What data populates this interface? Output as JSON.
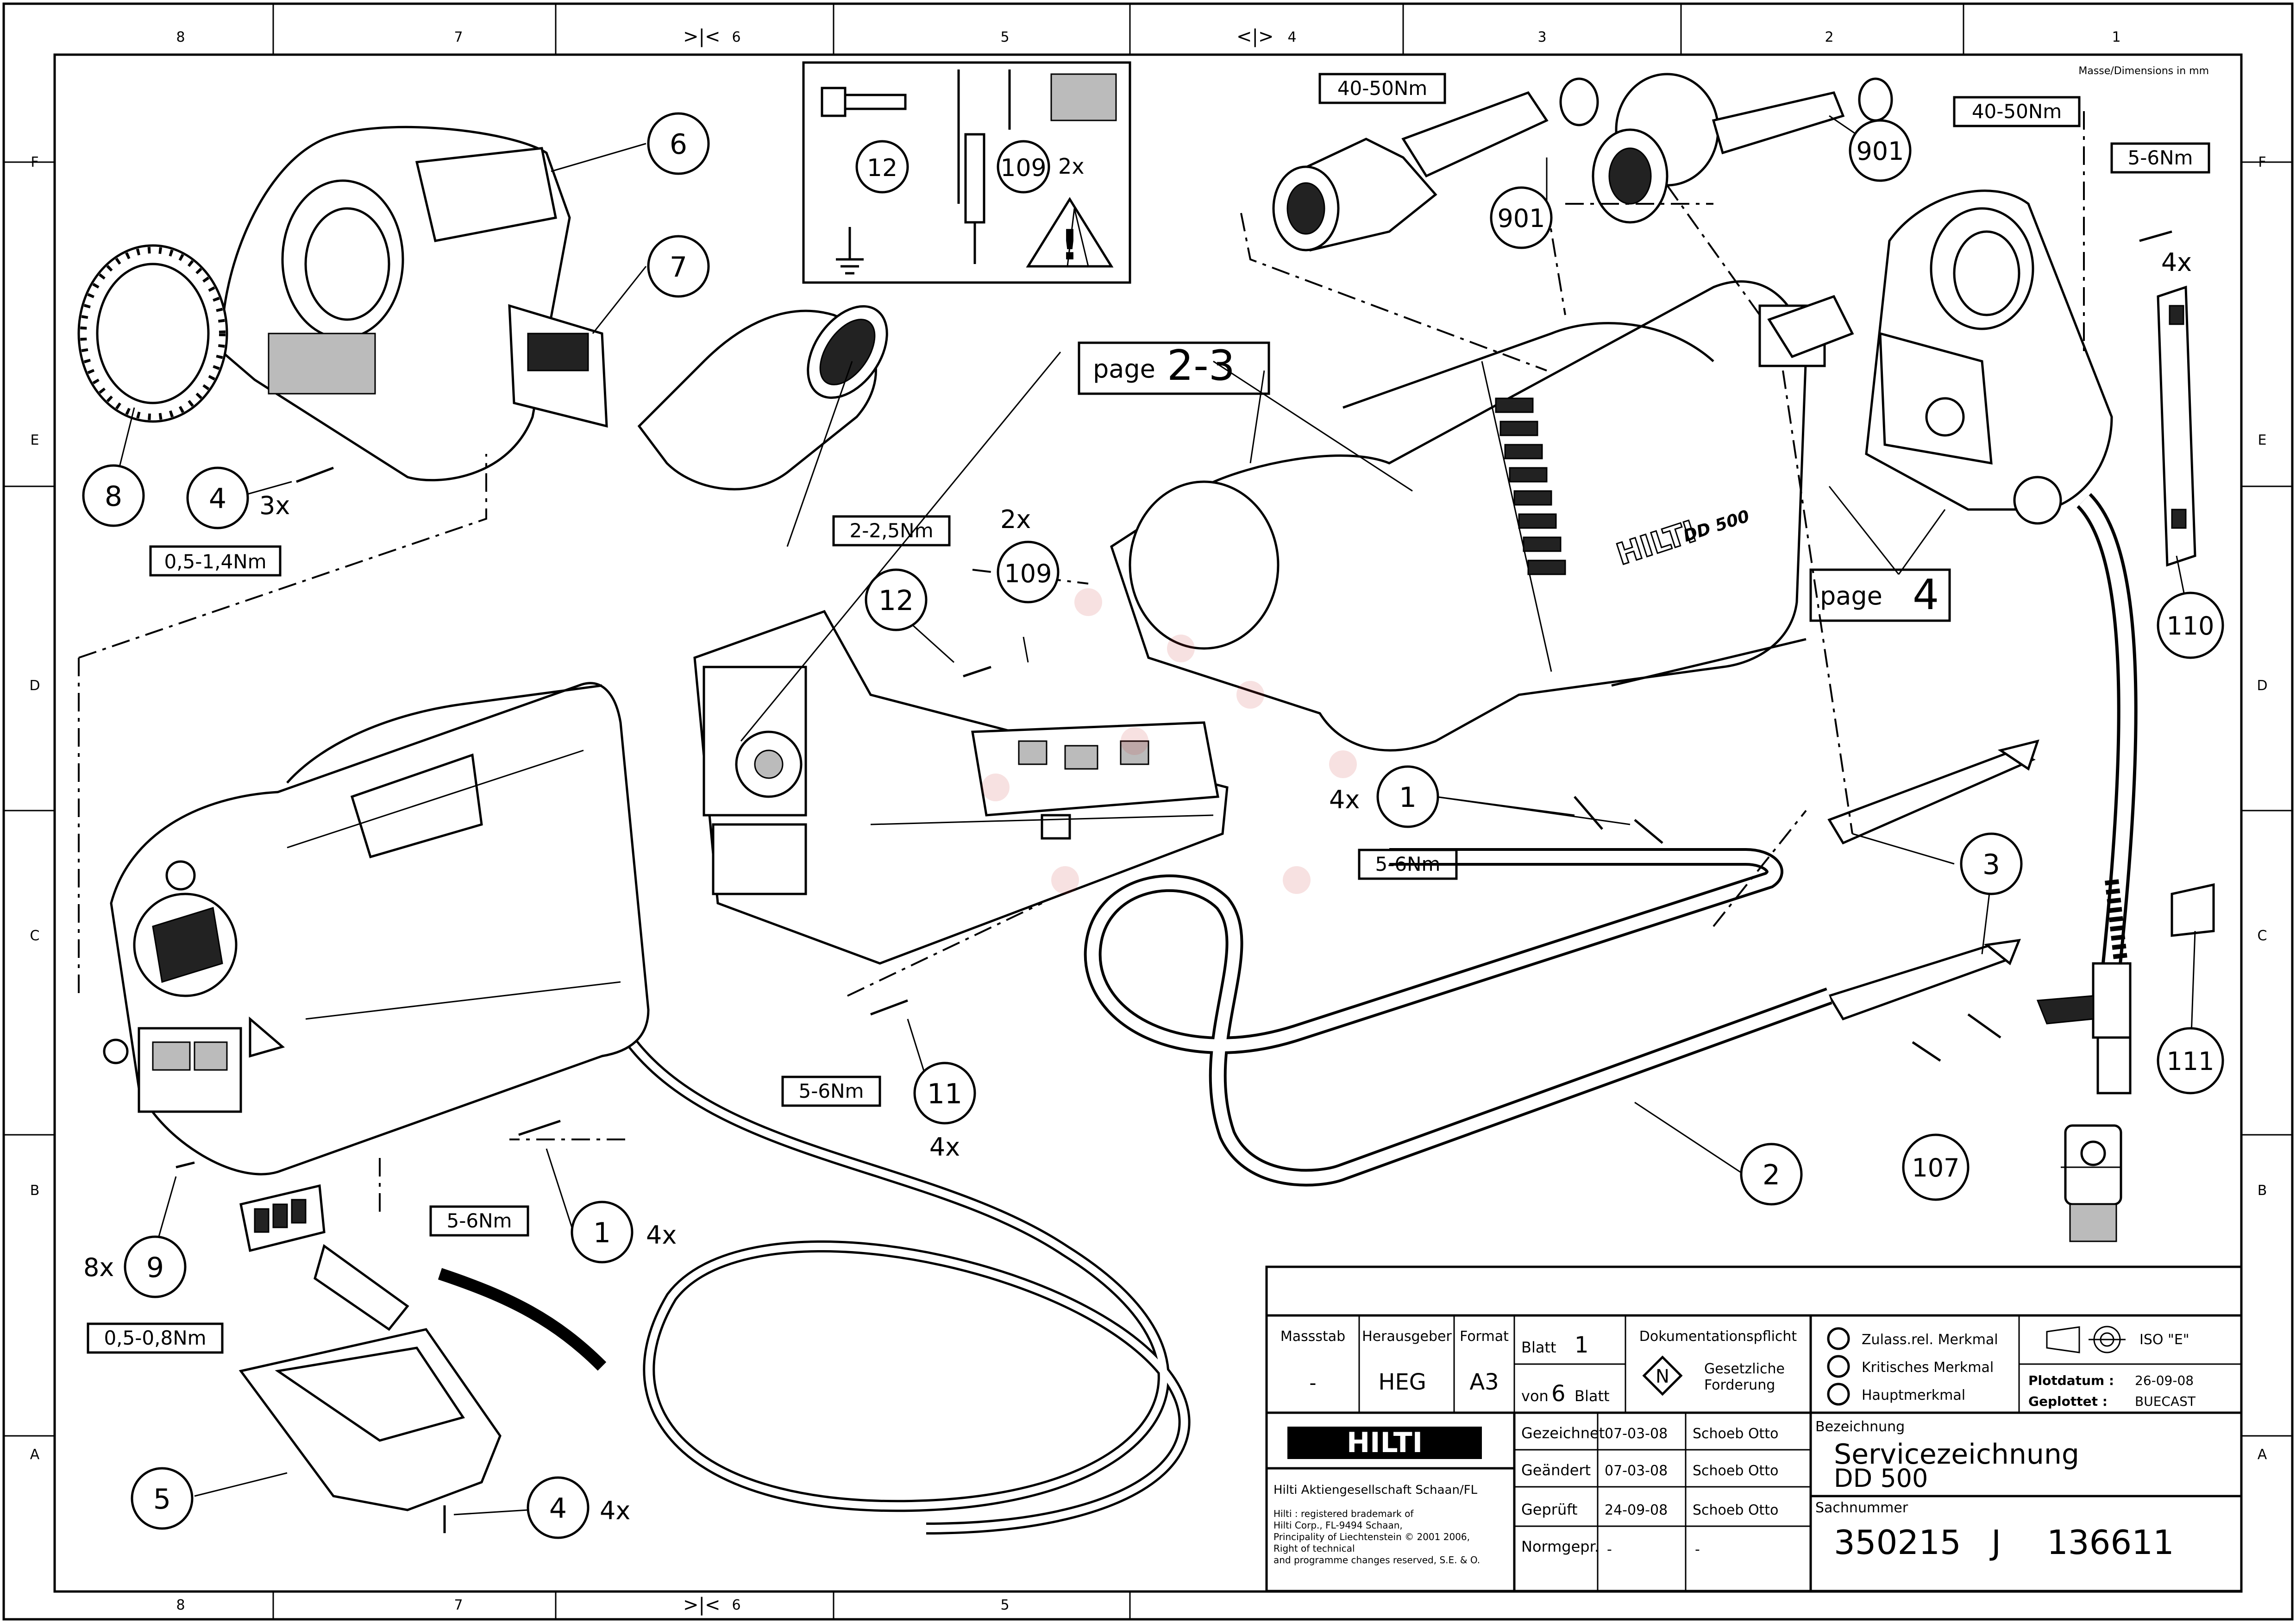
{
  "frame": {
    "columns": [
      "8",
      "7",
      "6",
      "5",
      "4",
      "3",
      "2",
      "1"
    ],
    "rows": [
      "F",
      "E",
      "D",
      "C",
      "B",
      "A"
    ],
    "dimensions_note": "Masse/Dimensions in mm"
  },
  "callouts": [
    {
      "id": "c6",
      "num": "6"
    },
    {
      "id": "c7",
      "num": "7"
    },
    {
      "id": "c8",
      "num": "8"
    },
    {
      "id": "c4a",
      "num": "4",
      "qty": "3x"
    },
    {
      "id": "c12",
      "num": "12"
    },
    {
      "id": "c109a",
      "num": "109",
      "qty": "2x"
    },
    {
      "id": "c901a",
      "num": "901"
    },
    {
      "id": "c901b",
      "num": "901"
    },
    {
      "id": "c12b",
      "num": "12"
    },
    {
      "id": "c109b",
      "num": "109",
      "qty": "2x"
    },
    {
      "id": "c1a",
      "num": "1",
      "qty": "4x"
    },
    {
      "id": "c3",
      "num": "3"
    },
    {
      "id": "c110",
      "num": "110"
    },
    {
      "id": "c111",
      "num": "111"
    },
    {
      "id": "c107",
      "num": "107"
    },
    {
      "id": "c2",
      "num": "2"
    },
    {
      "id": "c11",
      "num": "11",
      "qty": "4x"
    },
    {
      "id": "c1b",
      "num": "1",
      "qty": "4x"
    },
    {
      "id": "c9",
      "num": "9",
      "qty": "8x"
    },
    {
      "id": "c5",
      "num": "5"
    },
    {
      "id": "c4b",
      "num": "4",
      "qty": "4x"
    }
  ],
  "torque_labels": {
    "t1": "0,5-1,4Nm",
    "t2": "40-50Nm",
    "t3": "40-50Nm",
    "t4": "5-6Nm",
    "t5": "2-2,5Nm",
    "t6": "5-6Nm",
    "t7": "5-6Nm",
    "t8": "5-6Nm",
    "t9": "0,5-0,8Nm"
  },
  "quantity_labels": {
    "q_4x_top": "4x"
  },
  "page_refs": {
    "p23": {
      "word": "page",
      "num": "2-3"
    },
    "p4": {
      "word": "page",
      "num": "4"
    }
  },
  "tool_branding": {
    "logo": "HILTI",
    "model": "DD 500"
  },
  "title_block": {
    "massstab_label": "Massstab",
    "massstab_value": "-",
    "herausgeber_label": "Herausgeber",
    "herausgeber_value": "HEG",
    "format_label": "Format",
    "format_value": "A3",
    "blatt_label": "Blatt",
    "blatt_value": "1",
    "von_label": "von",
    "von_value": "6",
    "von_suffix": "Blatt",
    "dok_label": "Dokumentationspflicht",
    "dok_symbol": "N",
    "dok_text1": "Gesetzliche",
    "dok_text2": "Forderung",
    "merkmal1": "Zulass.rel. Merkmal",
    "merkmal2": "Kritisches Merkmal",
    "merkmal3": "Hauptmerkmal",
    "iso": "ISO \"E\"",
    "plotdatum_label": "Plotdatum :",
    "plotdatum_value": "26-09-08",
    "geplottet_label": "Geplottet :",
    "geplottet_value": "BUECAST",
    "company_logo": "HILTI",
    "company_name": "Hilti Aktiengesellschaft Schaan/FL",
    "legal1": "Hilti : registered brademark of",
    "legal2": "Hilti Corp., FL-9494 Schaan,",
    "legal3": "Principality of Liechtenstein © 2001 2006,",
    "legal4": "Right of technical",
    "legal5": "and programme changes reserved, S.E. & O.",
    "gezeichnet_label": "Gezeichnet",
    "gezeichnet_date": "07-03-08",
    "gezeichnet_name": "Schoeb Otto",
    "geaendert_label": "Geändert",
    "geaendert_date": "07-03-08",
    "geaendert_name": "Schoeb Otto",
    "geprueft_label": "Geprüft",
    "geprueft_date": "24-09-08",
    "geprueft_name": "Schoeb Otto",
    "normgepr_label": "Normgepr.",
    "normgepr_date": "-",
    "normgepr_name": "-",
    "bezeichnung_label": "Bezeichnung",
    "bezeichnung_line1": "Servicezeichnung",
    "bezeichnung_line2": "DD 500",
    "sachnummer_label": "Sachnummer",
    "sachnummer_value": "350215",
    "sachnummer_rev": "J",
    "sachnummer_id": "136611"
  }
}
